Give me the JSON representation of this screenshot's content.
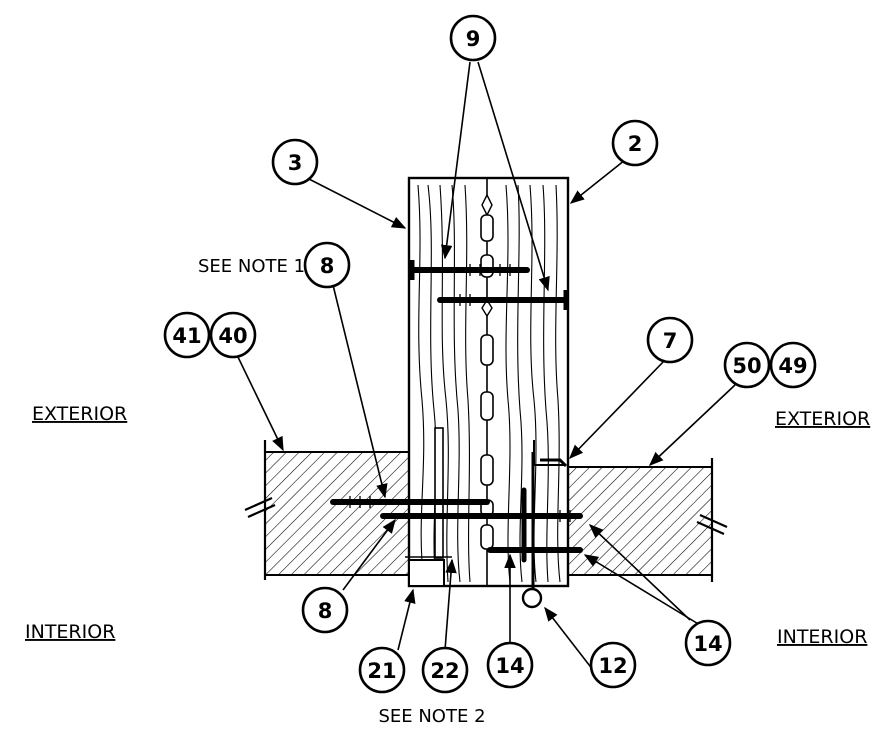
{
  "labels": {
    "exterior_left": "EXTERIOR",
    "exterior_right": "EXTERIOR",
    "interior_left": "INTERIOR",
    "interior_right": "INTERIOR",
    "see_note_1": "SEE NOTE 1",
    "see_note_2": "SEE NOTE 2"
  },
  "callouts": {
    "c9": "9",
    "c3": "3",
    "c2": "2",
    "c8_top": "8",
    "c41": "41",
    "c40": "40",
    "c7": "7",
    "c50": "50",
    "c49": "49",
    "c8_bottom": "8",
    "c21": "21",
    "c22": "22",
    "c14_bottom": "14",
    "c12": "12",
    "c14_right": "14"
  }
}
